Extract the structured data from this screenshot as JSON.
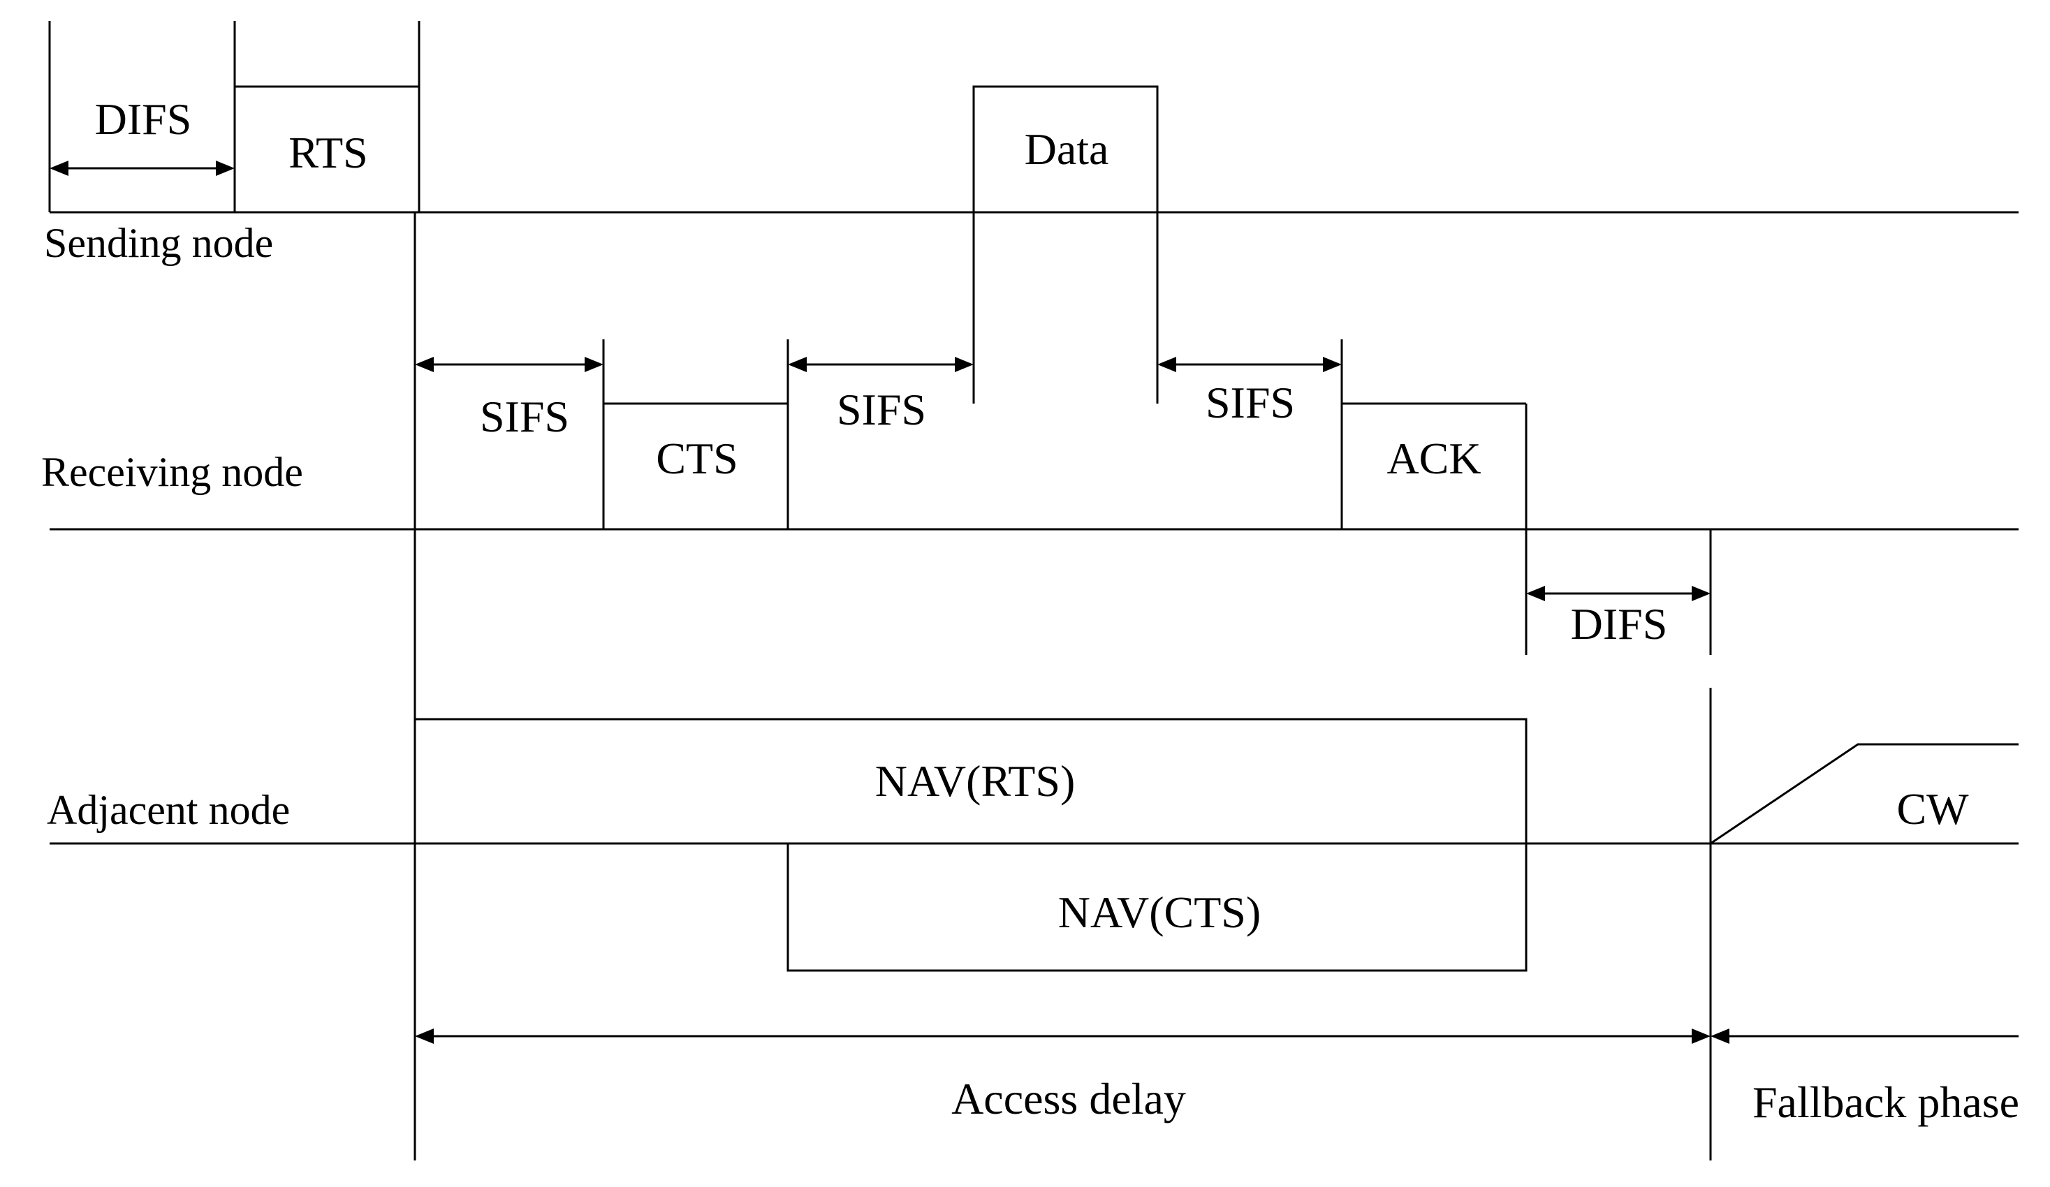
{
  "nodes": {
    "sending": "Sending node",
    "receiving": "Receiving node",
    "adjacent": "Adjacent node"
  },
  "frames": {
    "rts": "RTS",
    "cts": "CTS",
    "data": "Data",
    "ack": "ACK",
    "nav_rts": "NAV(RTS)",
    "nav_cts": "NAV(CTS)",
    "cw": "CW"
  },
  "intervals": {
    "difs_send": "DIFS",
    "sifs_1": "SIFS",
    "sifs_2": "SIFS",
    "sifs_3": "SIFS",
    "difs_ack": "DIFS"
  },
  "phases": {
    "access_delay": "Access delay",
    "fallback": "Fallback phase"
  }
}
